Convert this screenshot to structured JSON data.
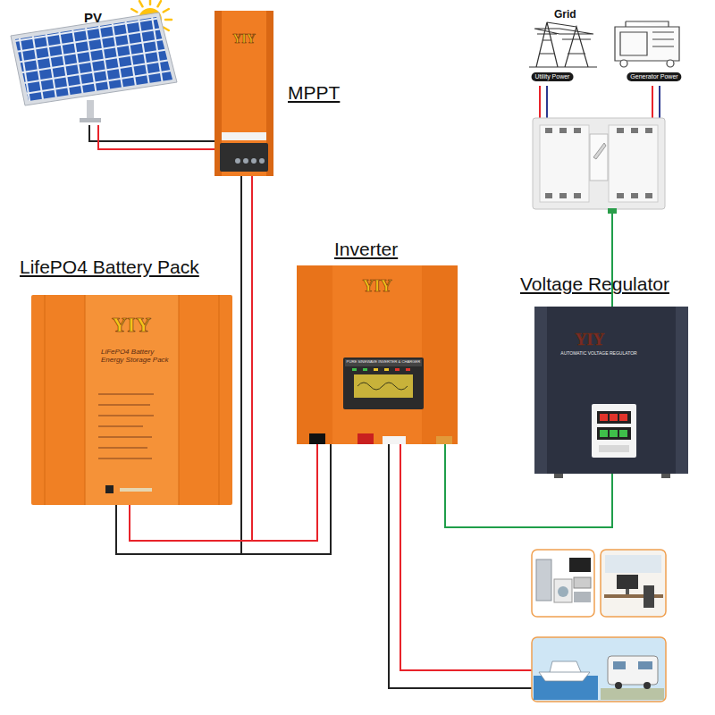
{
  "diagram": {
    "nodes": [
      {
        "text": [
          "PV"
        ]
      },
      {
        "text": [
          "MPPT",
          "YIY"
        ]
      },
      {
        "text": [
          "Grid",
          "Utility Power"
        ]
      },
      {
        "text": [
          "Generator Power"
        ]
      },
      {
        "text": [
          "LifePO4 Battery Pack",
          "YIY",
          "LiFePO4 Battery Energy Storage Pack"
        ]
      },
      {
        "text": [
          "Inverter",
          "YIY",
          "PURE SINEWAVE INVERTER & CHARGER"
        ]
      },
      {
        "text": [
          "Voltage Regulator",
          "YIY",
          "AUTOMATIC VOLTAGE REGULATOR"
        ]
      }
    ],
    "edges": [
      {
        "from": 0,
        "to": 1,
        "arrow": "none"
      },
      {
        "from": 1,
        "to": 4,
        "arrow": "none"
      },
      {
        "from": 1,
        "to": 5,
        "arrow": "none"
      },
      {
        "from": 4,
        "to": 5,
        "arrow": "none"
      },
      {
        "from": 2,
        "to": 6,
        "arrow": "none"
      },
      {
        "from": 3,
        "to": 6,
        "arrow": "none"
      },
      {
        "from": 6,
        "to": 5,
        "arrow": "none"
      }
    ]
  }
}
